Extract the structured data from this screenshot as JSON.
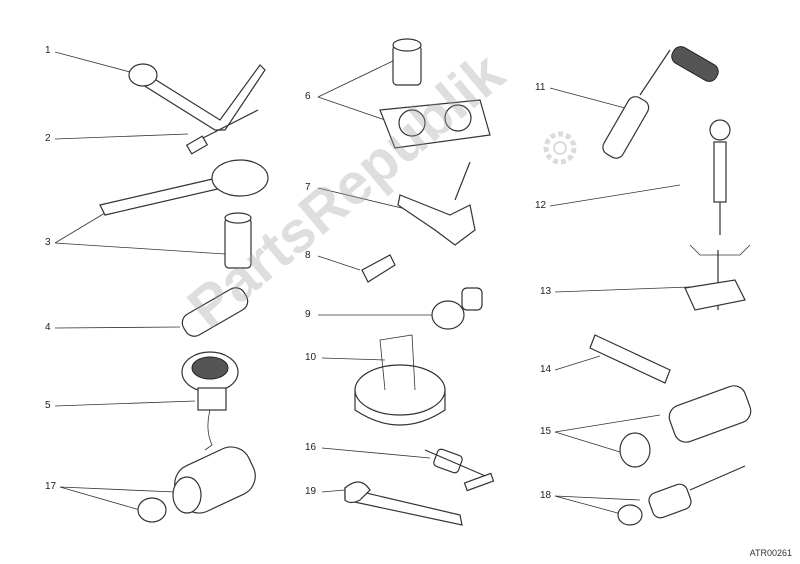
{
  "diagram": {
    "labels": [
      "1",
      "2",
      "3",
      "4",
      "5",
      "6",
      "7",
      "8",
      "9",
      "10",
      "11",
      "12",
      "13",
      "14",
      "15",
      "16",
      "17",
      "18",
      "19"
    ],
    "drawing_code": "ATR00261",
    "watermark": "PartsRepublik"
  }
}
